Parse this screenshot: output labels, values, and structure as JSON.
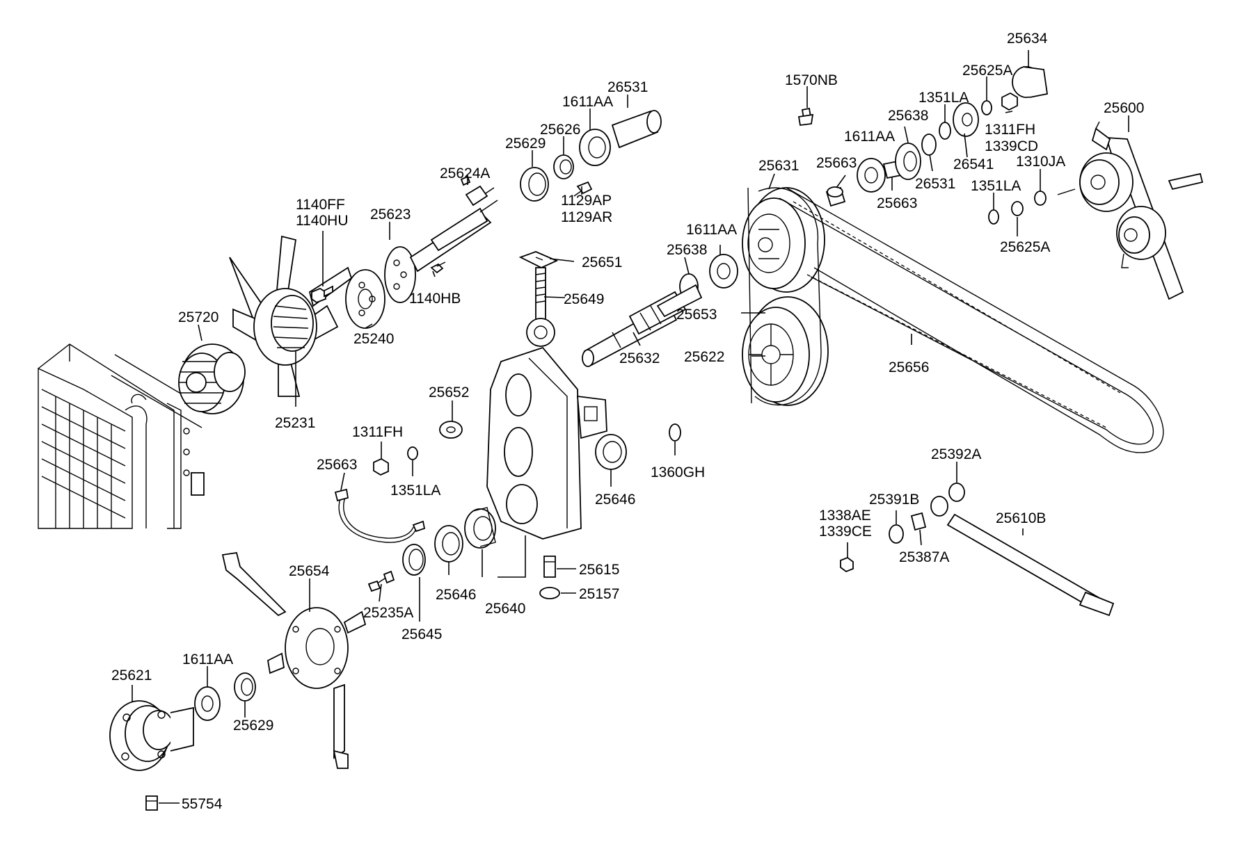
{
  "diagram": {
    "labels": {
      "p25634": "25634",
      "p25625A_top": "25625A",
      "p1570NB": "1570NB",
      "p1351LA_top": "1351LA",
      "p25638_top": "25638",
      "p25600": "25600",
      "p1311FH_right": "1311FH",
      "p1339CD": "1339CD",
      "p26531_top": "26531",
      "p1611AA_top": "1611AA",
      "p1611AA_mid": "1611AA",
      "p25626": "25626",
      "p25629_top": "25629",
      "p25663_top": "25663",
      "p25631": "25631",
      "p26541": "26541",
      "p26531_right": "26531",
      "p25663_right": "25663",
      "p1310JA": "1310JA",
      "p1351LA_right": "1351LA",
      "p25625A_right": "25625A",
      "p25624A": "25624A",
      "p1140FF": "1140FF",
      "p1140HU": "1140HU",
      "p25623": "25623",
      "p1129AP": "1129AP",
      "p1129AR": "1129AR",
      "p1611AA_belt": "1611AA",
      "p25651": "25651",
      "p25638_mid": "25638",
      "p1140HB": "1140HB",
      "p25649": "25649",
      "p25653": "25653",
      "p25720": "25720",
      "p25240": "25240",
      "p25632": "25632",
      "p25622": "25622",
      "p25656": "25656",
      "p25652": "25652",
      "p25231": "25231",
      "p1311FH_left": "1311FH",
      "p25663_hose": "25663",
      "p1351LA_left": "1351LA",
      "p25646_right": "25646",
      "p1360GH": "1360GH",
      "p25392A": "25392A",
      "p25391B": "25391B",
      "p25610B": "25610B",
      "p1338AE": "1338AE",
      "p1339CE": "1339CE",
      "p25387A": "25387A",
      "p25654": "25654",
      "p25615": "25615",
      "p25646_left": "25646",
      "p25640": "25640",
      "p25157": "25157",
      "p25235A": "25235A",
      "p25645": "25645",
      "p1611AA_bottom": "1611AA",
      "p25621": "25621",
      "p25629_bottom": "25629",
      "p55754": "55754"
    }
  }
}
